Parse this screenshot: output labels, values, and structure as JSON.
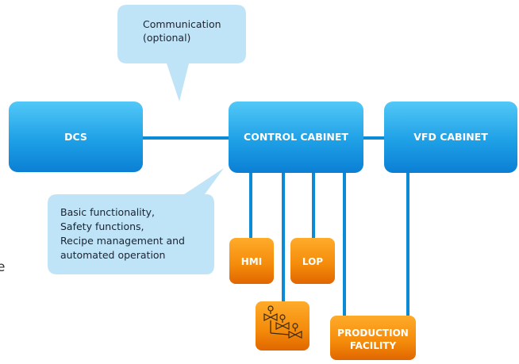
{
  "colors": {
    "blue_top": "#49c3f5",
    "blue_bottom": "#0a83d8",
    "orange_top": "#ffa31d",
    "orange_bottom": "#e46a00",
    "bubble_fill": "#bfe4f7",
    "connector": "#0b8ad6"
  },
  "nodes": {
    "dcs": "DCS",
    "control_cabinet": "CONTROL CABINET",
    "vfd_cabinet": "VFD CABINET",
    "hmi": "HMI",
    "lop": "LOP",
    "production_facility_line1": "PRODUCTION",
    "production_facility_line2": "FACILITY",
    "valves_icon": "valve-cluster-icon"
  },
  "bubbles": {
    "communication": {
      "line1": "Communication",
      "line2": "(optional)"
    },
    "functionality": {
      "line1": "Basic functionality,",
      "line2": "Safety functions,",
      "line3": "Recipe management and",
      "line4": "automated operation"
    }
  },
  "clipped_edge_char": "e"
}
